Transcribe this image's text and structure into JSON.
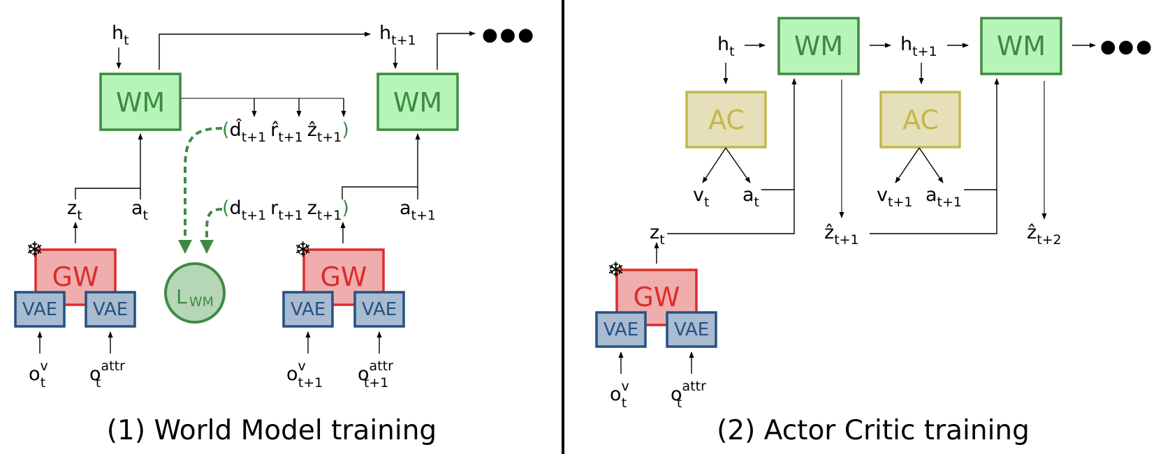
{
  "colors": {
    "wm_fill": "#b6f5b8",
    "wm_stroke": "#3f8a42",
    "wm_text": "#3f8a42",
    "ac_fill": "#e5e0b9",
    "ac_stroke": "#c4b74a",
    "ac_text": "#c4b74a",
    "gw_fill": "#f0adad",
    "gw_stroke": "#dd2c2c",
    "gw_text": "#dd2c2c",
    "vae_fill": "#a9bbd0",
    "vae_stroke": "#245181",
    "vae_text": "#245181",
    "loss_fill": "#b6d6b8",
    "loss_stroke": "#3f8a42",
    "dashed": "#3f8a42",
    "divider": "#000000"
  },
  "blocks": {
    "wm": "WM",
    "ac": "AC",
    "gw": "GW",
    "vae": "VAE",
    "loss": {
      "base": "L",
      "sub": "WM"
    },
    "frozen_icon": "❄"
  },
  "panel1": {
    "caption": "(1) World Model training",
    "h_t": {
      "base": "h",
      "sub": "t"
    },
    "h_t1": {
      "base": "h",
      "sub": "t+1"
    },
    "z_t": {
      "base": "z",
      "sub": "t"
    },
    "a_t": {
      "base": "a",
      "sub": "t"
    },
    "a_t1": {
      "base": "a",
      "sub": "t+1"
    },
    "pred": {
      "d": "d̂",
      "r": "r̂",
      "z": "ẑ",
      "sub": "t+1"
    },
    "target": {
      "d": "d",
      "r": "r",
      "z": "z",
      "sub": "t+1"
    },
    "paren_open": "(",
    "paren_close": ")",
    "obs_v_t": {
      "base": "o",
      "sup": "v",
      "sub": "t"
    },
    "obs_attr_t": {
      "base": "o",
      "sup": "attr",
      "sub": "t"
    },
    "obs_v_t1": {
      "base": "o",
      "sup": "v",
      "sub": "t+1"
    },
    "obs_attr_t1": {
      "base": "o",
      "sup": "attr",
      "sub": "t+1"
    },
    "ellipsis": "●●●"
  },
  "panel2": {
    "caption": "(2) Actor Critic training",
    "h_t": {
      "base": "h",
      "sub": "t"
    },
    "h_t1": {
      "base": "h",
      "sub": "t+1"
    },
    "v_t": {
      "base": "v",
      "sub": "t"
    },
    "a_t": {
      "base": "a",
      "sub": "t"
    },
    "v_t1": {
      "base": "v",
      "sub": "t+1"
    },
    "a_t1": {
      "base": "a",
      "sub": "t+1"
    },
    "z_t": {
      "base": "z",
      "sub": "t"
    },
    "zhat_t1": {
      "base": "ẑ",
      "sub": "t+1"
    },
    "zhat_t2": {
      "base": "ẑ",
      "sub": "t+2"
    },
    "obs_v_t": {
      "base": "o",
      "sup": "v",
      "sub": "t"
    },
    "obs_attr_t": {
      "base": "o",
      "sup": "attr",
      "sub": "t"
    },
    "ellipsis": "●●●"
  }
}
